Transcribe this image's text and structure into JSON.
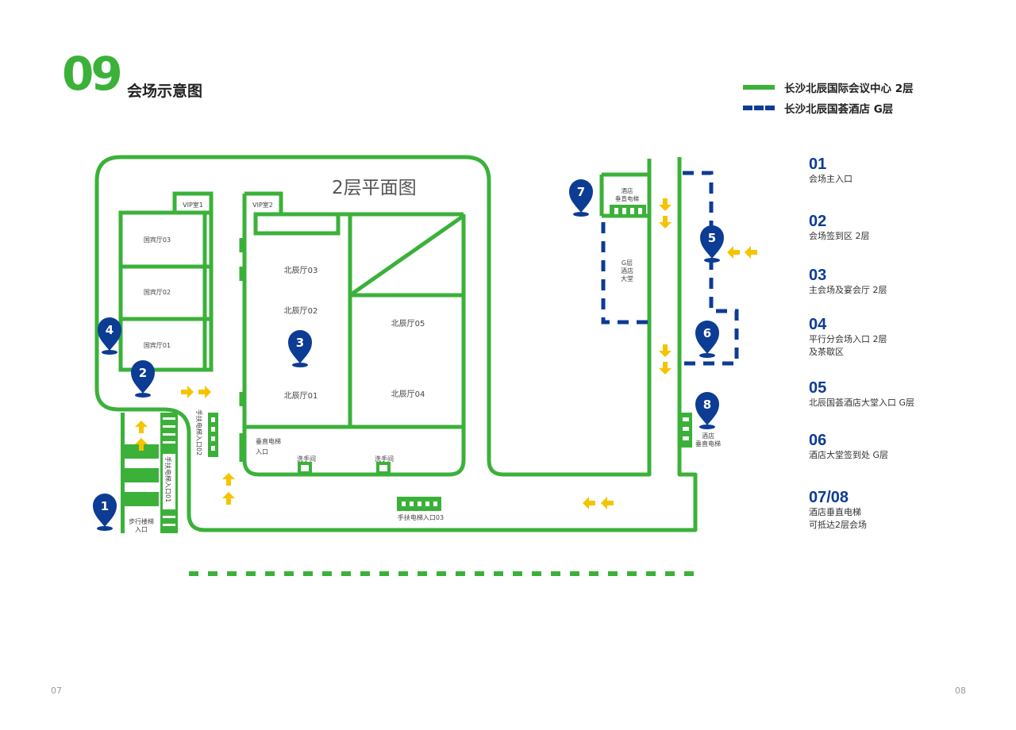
{
  "header": {
    "number": "09",
    "title": "会场示意图"
  },
  "legend": [
    {
      "style": "solid",
      "label": "长沙北辰国际会议中心 2层"
    },
    {
      "style": "dashed",
      "label": "长沙北辰国荟酒店 G层"
    }
  ],
  "map_labels": {
    "plan_title": "2层平面图",
    "vip1": "VIP室1",
    "vip2": "VIP室2",
    "guobin03": "国宾厅03",
    "guobin02": "国宾厅02",
    "guobin01": "国宾厅01",
    "beichen03": "北辰厅03",
    "beichen02": "北辰厅02",
    "beichen01": "北辰厅01",
    "beichen05": "北辰厅05",
    "beichen04": "北辰厅04",
    "vertical_elevator_entrance": [
      "垂直电梯",
      "入口"
    ],
    "washroom": "洗手间",
    "escalator_03": "手扶电梯入口03",
    "escalator_02": "手扶电梯入口02",
    "escalator_01": "手扶电梯入口01",
    "stair_entrance": [
      "步行楼梯",
      "入口"
    ],
    "hotel_elevator_top": [
      "酒店",
      "垂直电梯"
    ],
    "hotel_lobby": [
      "G层",
      "酒店",
      "大堂"
    ],
    "hotel_elevator_right": [
      "酒店",
      "垂直电梯"
    ]
  },
  "markers": [
    {
      "id": "1",
      "label": "1"
    },
    {
      "id": "2",
      "label": "2"
    },
    {
      "id": "3",
      "label": "3"
    },
    {
      "id": "4",
      "label": "4"
    },
    {
      "id": "5",
      "label": "5"
    },
    {
      "id": "6",
      "label": "6"
    },
    {
      "id": "7",
      "label": "7"
    },
    {
      "id": "8",
      "label": "8"
    }
  ],
  "key": [
    {
      "num": "01",
      "desc": "会场主入口"
    },
    {
      "num": "02",
      "desc": "会场签到区  2层"
    },
    {
      "num": "03",
      "desc": "主会场及宴会厅  2层"
    },
    {
      "num": "04",
      "desc": "平行分会场入口  2层\n及茶歇区"
    },
    {
      "num": "05",
      "desc": "北辰国荟酒店大堂入口  G层"
    },
    {
      "num": "06",
      "desc": "酒店大堂签到处  G层"
    },
    {
      "num": "07/08",
      "desc": "酒店垂直电梯\n可抵达2层会场"
    }
  ],
  "page_numbers": {
    "left": "07",
    "right": "08"
  },
  "colors": {
    "green": "#3BB13A",
    "blue": "#0C3C94",
    "yellow": "#F5C400"
  }
}
